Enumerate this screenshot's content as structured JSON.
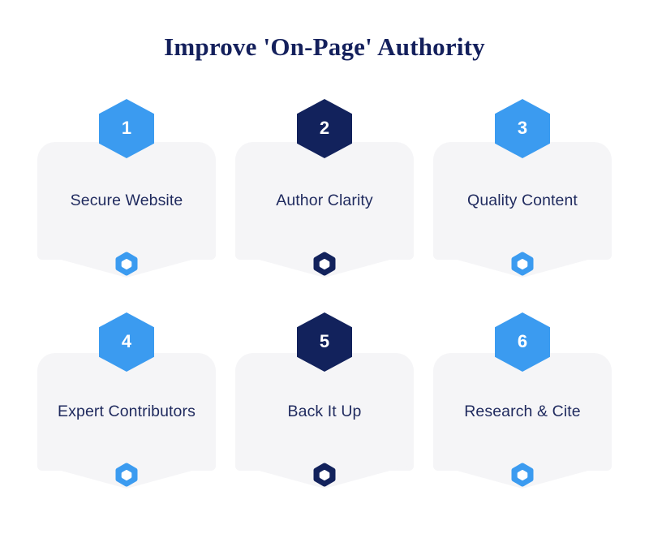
{
  "title": "Improve 'On-Page' Authority",
  "colors": {
    "background": "#ffffff",
    "title_color": "#14205c",
    "card_background": "#f5f5f7",
    "label_color": "#1f2a5e",
    "accent_blue": "#3b9bf0",
    "accent_navy": "#12225c"
  },
  "icons": {
    "hexagon_outline": "hexagon-outline-icon",
    "hexagon_badge": "hexagon-badge-icon"
  },
  "steps": [
    {
      "number": "1",
      "label": "Secure Website",
      "badge_color": "blue",
      "icon_color": "#3b9bf0",
      "icon_name": "hexagon-outline-icon"
    },
    {
      "number": "2",
      "label": "Author Clarity",
      "badge_color": "navy",
      "icon_color": "#12225c",
      "icon_name": "hexagon-outline-icon"
    },
    {
      "number": "3",
      "label": "Quality Content",
      "badge_color": "blue",
      "icon_color": "#3b9bf0",
      "icon_name": "hexagon-outline-icon"
    },
    {
      "number": "4",
      "label": "Expert Contributors",
      "badge_color": "blue",
      "icon_color": "#3b9bf0",
      "icon_name": "hexagon-outline-icon"
    },
    {
      "number": "5",
      "label": "Back It Up",
      "badge_color": "navy",
      "icon_color": "#12225c",
      "icon_name": "hexagon-outline-icon"
    },
    {
      "number": "6",
      "label": "Research & Cite",
      "badge_color": "blue",
      "icon_color": "#3b9bf0",
      "icon_name": "hexagon-outline-icon"
    }
  ]
}
